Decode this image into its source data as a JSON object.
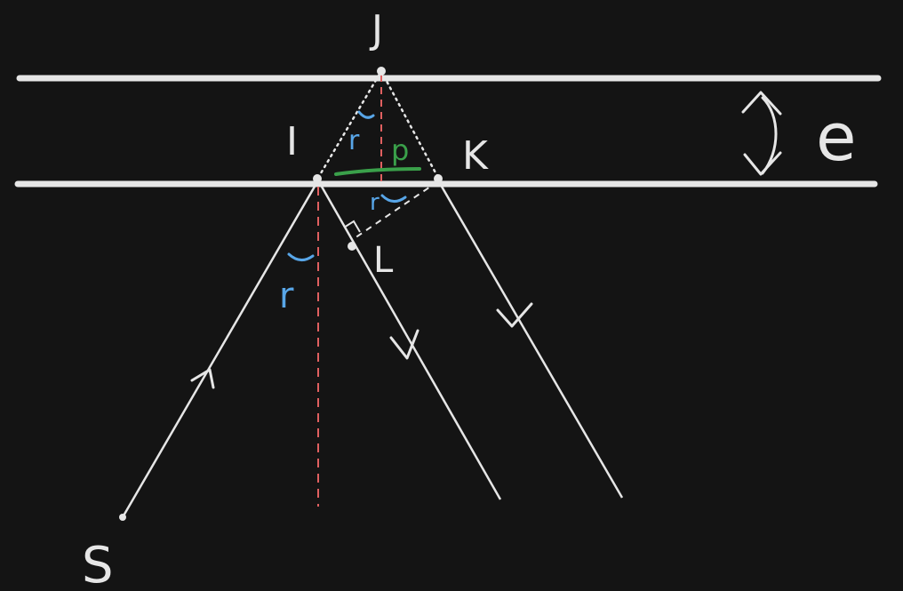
{
  "colors": {
    "background": "#141414",
    "stroke": "#e6e6e6",
    "normal": "#e06060",
    "angle_r": "#58a6e8",
    "angle_p": "#3aa04a"
  },
  "labels": {
    "S": "S",
    "I": "I",
    "J": "J",
    "K": "K",
    "L": "L",
    "thickness": "e",
    "angle_r": "r",
    "angle_p": "p"
  }
}
